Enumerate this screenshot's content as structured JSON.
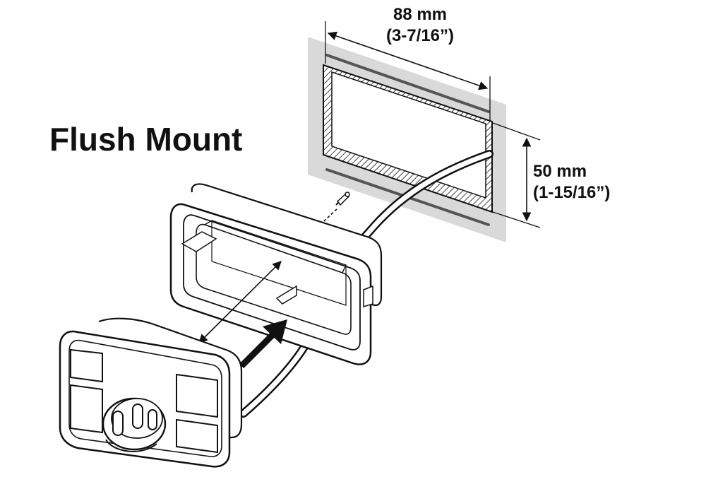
{
  "title": "Flush Mount",
  "dimensions": {
    "width": {
      "metric": "88 mm",
      "imperial": "(3-7/16”)"
    },
    "height": {
      "metric": "50 mm",
      "imperial": "(1-15/16”)"
    }
  },
  "colors": {
    "ink": "#111111",
    "panel": "#d9d9d9",
    "background": "#ffffff"
  }
}
